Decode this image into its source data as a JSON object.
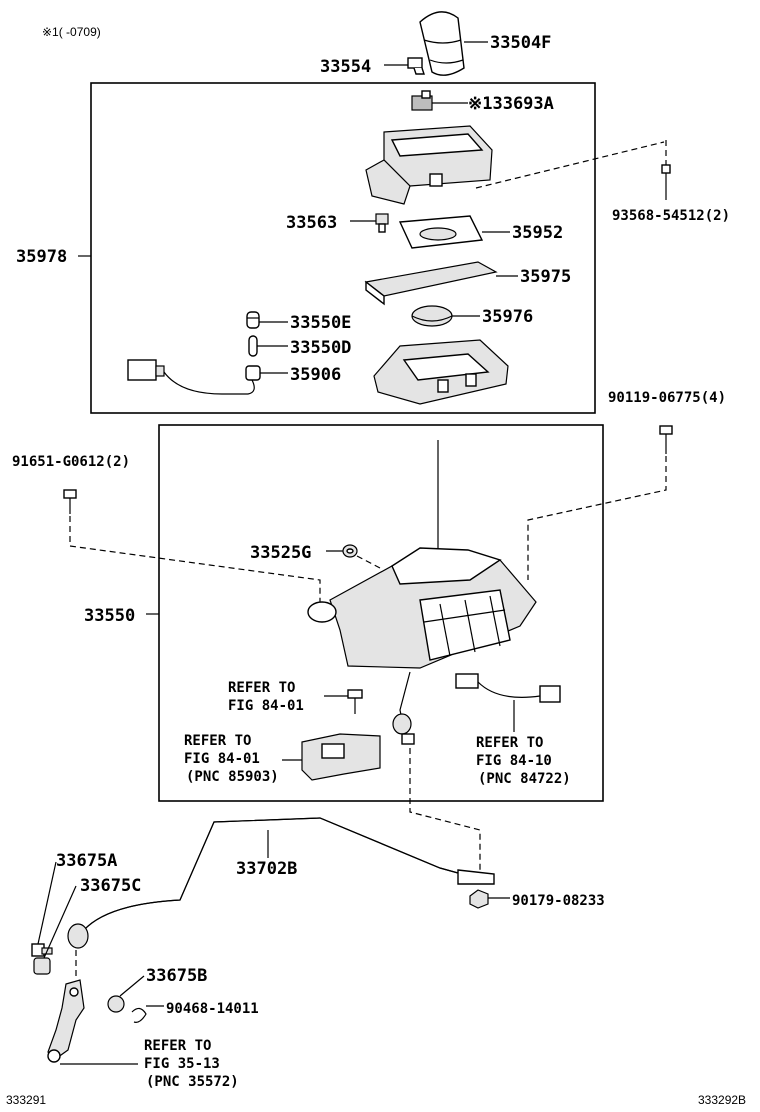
{
  "note": "※1(     -0709)",
  "footer": {
    "left_code": "333291",
    "right_code": "333292B"
  },
  "parts": {
    "p33504F": "33504F",
    "p33554": "33554",
    "p33693A": "※133693A",
    "p93568": "93568-54512(2)",
    "p33563": "33563",
    "p35952": "35952",
    "p35978": "35978",
    "p35975": "35975",
    "p33550E": "33550E",
    "p35976": "35976",
    "p33550D": "33550D",
    "p35906": "35906",
    "p90119": "90119-06775(4)",
    "p91651": "91651-G0612(2)",
    "p33525G": "33525G",
    "p33550": "33550",
    "p33675A": "33675A",
    "p33675C": "33675C",
    "p33702B": "33702B",
    "p90179": "90179-08233",
    "p33675B": "33675B",
    "p90468": "90468-14011"
  },
  "refs": {
    "ref1": {
      "l1": "REFER TO",
      "l2": "FIG 84-01"
    },
    "ref2": {
      "l1": "REFER TO",
      "l2": "FIG 84-01",
      "l3": "(PNC 85903)"
    },
    "ref3": {
      "l1": "REFER TO",
      "l2": "FIG 84-10",
      "l3": "(PNC 84722)"
    },
    "ref4": {
      "l1": "REFER TO",
      "l2": "FIG 35-13",
      "l3": "(PNC 35572)"
    }
  }
}
